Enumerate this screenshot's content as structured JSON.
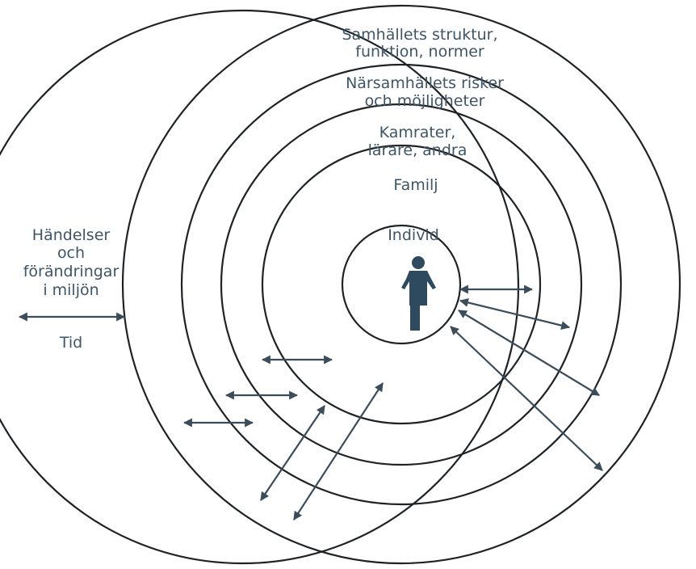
{
  "diagram": {
    "labels": {
      "society_line1": "Samhällets struktur,",
      "society_line2": "funktion, normer",
      "community_line1": "Närsamhällets risker",
      "community_line2": "och möjligheter",
      "peers_line1": "Kamrater,",
      "peers_line2": "lärare, andra",
      "family": "Familj",
      "individual": "Individ",
      "events_line1": "Händelser",
      "events_line2": "och",
      "events_line3": "förändringar",
      "events_line4": "i miljön",
      "time": "Tid"
    },
    "colors": {
      "ring_stroke": "#1f2326",
      "label_text": "#3e5566",
      "arrow": "#3b4d5a",
      "person": "#2d4a5e"
    },
    "icons": {
      "person": "person-icon",
      "arrow": "double-headed-arrow"
    }
  }
}
